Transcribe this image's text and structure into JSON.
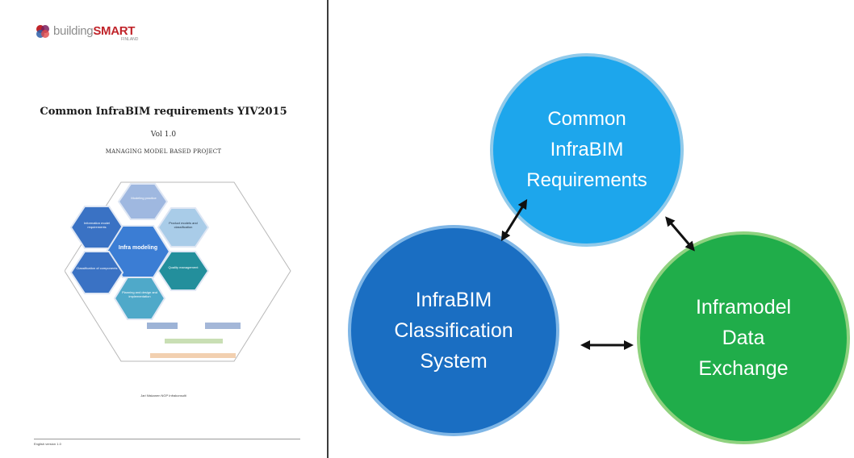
{
  "document": {
    "logo": {
      "brand_light": "building",
      "brand_strong": "SMART",
      "sub": "FINLAND"
    },
    "title": "Common InfraBIM requirements YIV2015",
    "version": "Vol 1.0",
    "subtitle": "MANAGING MODEL BASED PROJECT",
    "hexagons": {
      "center": "Infra modeling",
      "top": "Modeling practice",
      "left_top": "Information model requirements",
      "left_bottom": "Classification of components",
      "right_top": "Product models and classification",
      "right_bottom": "Quality management",
      "bottom": "Planning and design and implementation"
    },
    "author": "Jari Niskanen NGP Infrakonsulti",
    "footer": "English version 1.0"
  },
  "diagram": {
    "top_circle": "Common\nInfraBIM\nRequirements",
    "left_circle": "InfraBIM\nClassification\nSystem",
    "right_circle": "Inframodel\nData\nExchange",
    "colors": {
      "top": "#1da6ec",
      "left": "#1a6ec2",
      "right": "#20ad4a",
      "arrow": "#111111"
    }
  }
}
